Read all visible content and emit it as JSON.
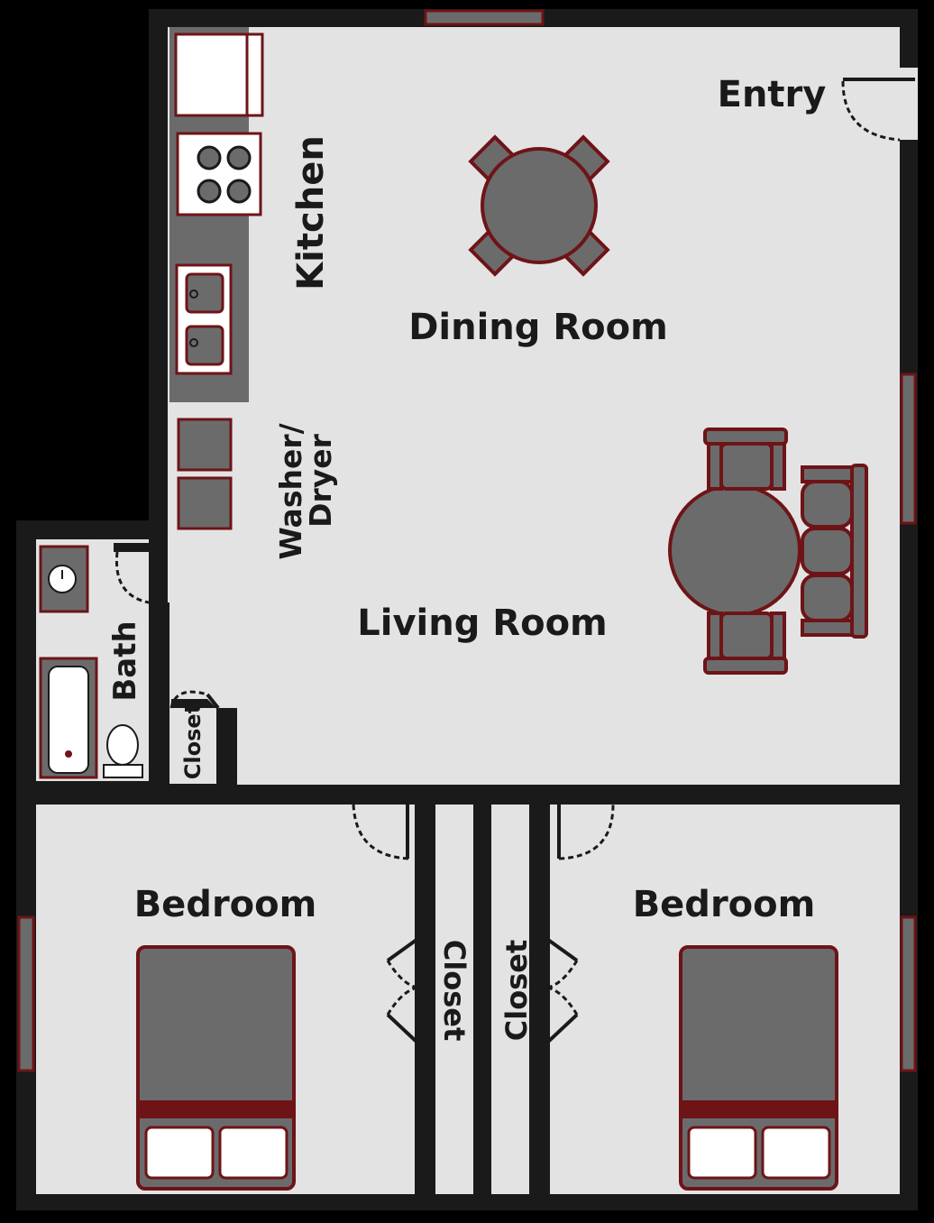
{
  "colors": {
    "background": "#000000",
    "floor": "#e3e3e4",
    "wall": "#1a1a1a",
    "fixture": "#6b6b6c",
    "accent": "#6e1417",
    "white": "#ffffff"
  },
  "rooms": {
    "entry": "Entry",
    "kitchen": "Kitchen",
    "dining_room": "Dining Room",
    "washer": "Washer/",
    "dryer": "Dryer",
    "living_room": "Living Room",
    "bath": "Bath",
    "closet_small": "Closet",
    "bedroom_left": "Bedroom",
    "bedroom_right": "Bedroom",
    "closet_left": "Closet",
    "closet_right": "Closet"
  }
}
